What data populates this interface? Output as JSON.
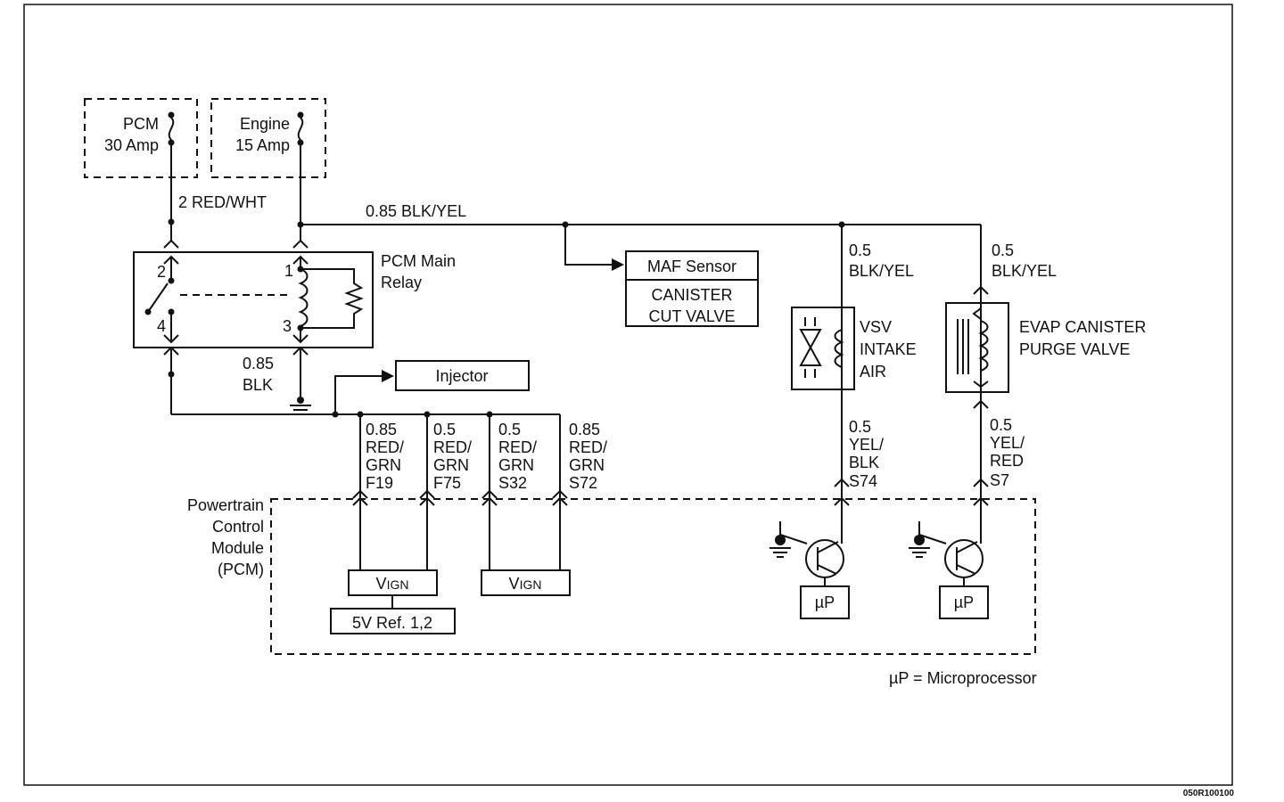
{
  "fuses": {
    "pcm_line1": "PCM",
    "pcm_line2": "30 Amp",
    "engine_line1": "Engine",
    "engine_line2": "15 Amp"
  },
  "wires": {
    "red_wht": "2 RED/WHT",
    "blk_yel_main": "0.85 BLK/YEL",
    "blk_gauge": "0.85",
    "blk_color": "BLK",
    "vsv_feed_gauge": "0.5",
    "vsv_feed_color": "BLK/YEL",
    "evap_feed_gauge": "0.5",
    "evap_feed_color": "BLK/YEL",
    "f19": [
      "0.85",
      "RED/",
      "GRN",
      "F19"
    ],
    "f75": [
      "0.5",
      "RED/",
      "GRN",
      "F75"
    ],
    "s32": [
      "0.5",
      "RED/",
      "GRN",
      "S32"
    ],
    "s72": [
      "0.85",
      "RED/",
      "GRN",
      "S72"
    ],
    "s74": [
      "0.5",
      "YEL/",
      "BLK",
      "S74"
    ],
    "s7": [
      "0.5",
      "YEL/",
      "RED",
      "S7"
    ]
  },
  "relay": {
    "title1": "PCM Main",
    "title2": "Relay",
    "pin2": "2",
    "pin4": "4",
    "pin1": "1",
    "pin3": "3"
  },
  "components": {
    "maf": "MAF Sensor",
    "canister1": "CANISTER",
    "canister2": "CUT VALVE",
    "injector": "Injector",
    "vsv1": "VSV",
    "vsv2": "INTAKE",
    "vsv3": "AIR",
    "evap1": "EVAP CANISTER",
    "evap2": "PURGE VALVE"
  },
  "pcm": {
    "line1": "Powertrain",
    "line2": "Control",
    "line3": "Module",
    "line4": "(PCM)",
    "vign_v": "V",
    "vign_ign": "IGN",
    "ref": "5V Ref. 1,2",
    "up": "µP"
  },
  "legend": "µP = Microprocessor",
  "figure_code": "050R100100"
}
